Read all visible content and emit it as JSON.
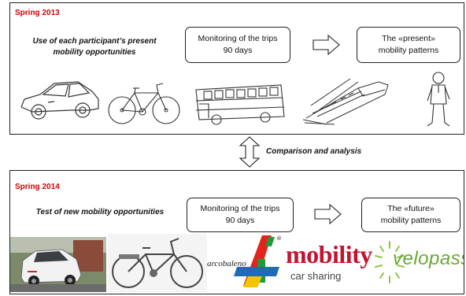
{
  "top": {
    "season": "Spring 2013",
    "description_line1": "Use of each participant’s present",
    "description_line2": "mobility opportunities",
    "monitoring_line1": "Monitoring of the trips",
    "monitoring_line2": "90 days",
    "result_line1": "The «present»",
    "result_line2": "mobility patterns",
    "pictures": [
      "car-icon",
      "bicycle-icon",
      "bus-icon",
      "train-icon",
      "pedestrian-icon"
    ]
  },
  "middle": {
    "label": "Comparison and analysis"
  },
  "bottom": {
    "season": "Spring 2014",
    "description": "Test of new mobility opportunities",
    "monitoring_line1": "Monitoring of the trips",
    "monitoring_line2": "90 days",
    "result_line1": "The «future»",
    "result_line2": "mobility patterns",
    "logos": {
      "arcobaleno": "arcobaleno",
      "mobility_main": "mobility",
      "mobility_sub": "car sharing",
      "velopass": "velopass"
    }
  }
}
